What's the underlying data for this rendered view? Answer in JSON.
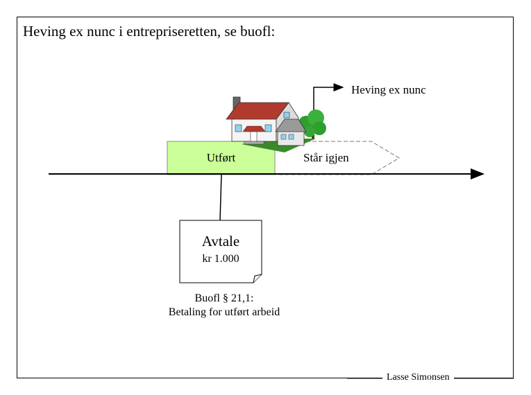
{
  "slide": {
    "title": "Heving ex nunc i entrepriseretten, se buofl:",
    "author": "Lasse Simonsen"
  },
  "diagram": {
    "arrow_label": "Heving ex nunc",
    "done_label": "Utført",
    "remaining_label": "Står igjen",
    "contract": {
      "title": "Avtale",
      "amount": "kr 1.000"
    },
    "reference": {
      "line1": "Buofl § 21,1:",
      "line2": "Betaling for utført arbeid"
    }
  },
  "colors": {
    "done_fill": "#ccff99",
    "roof": "#b03a2e",
    "tree": "#2e9e2e",
    "grass": "#3a8a2a"
  }
}
